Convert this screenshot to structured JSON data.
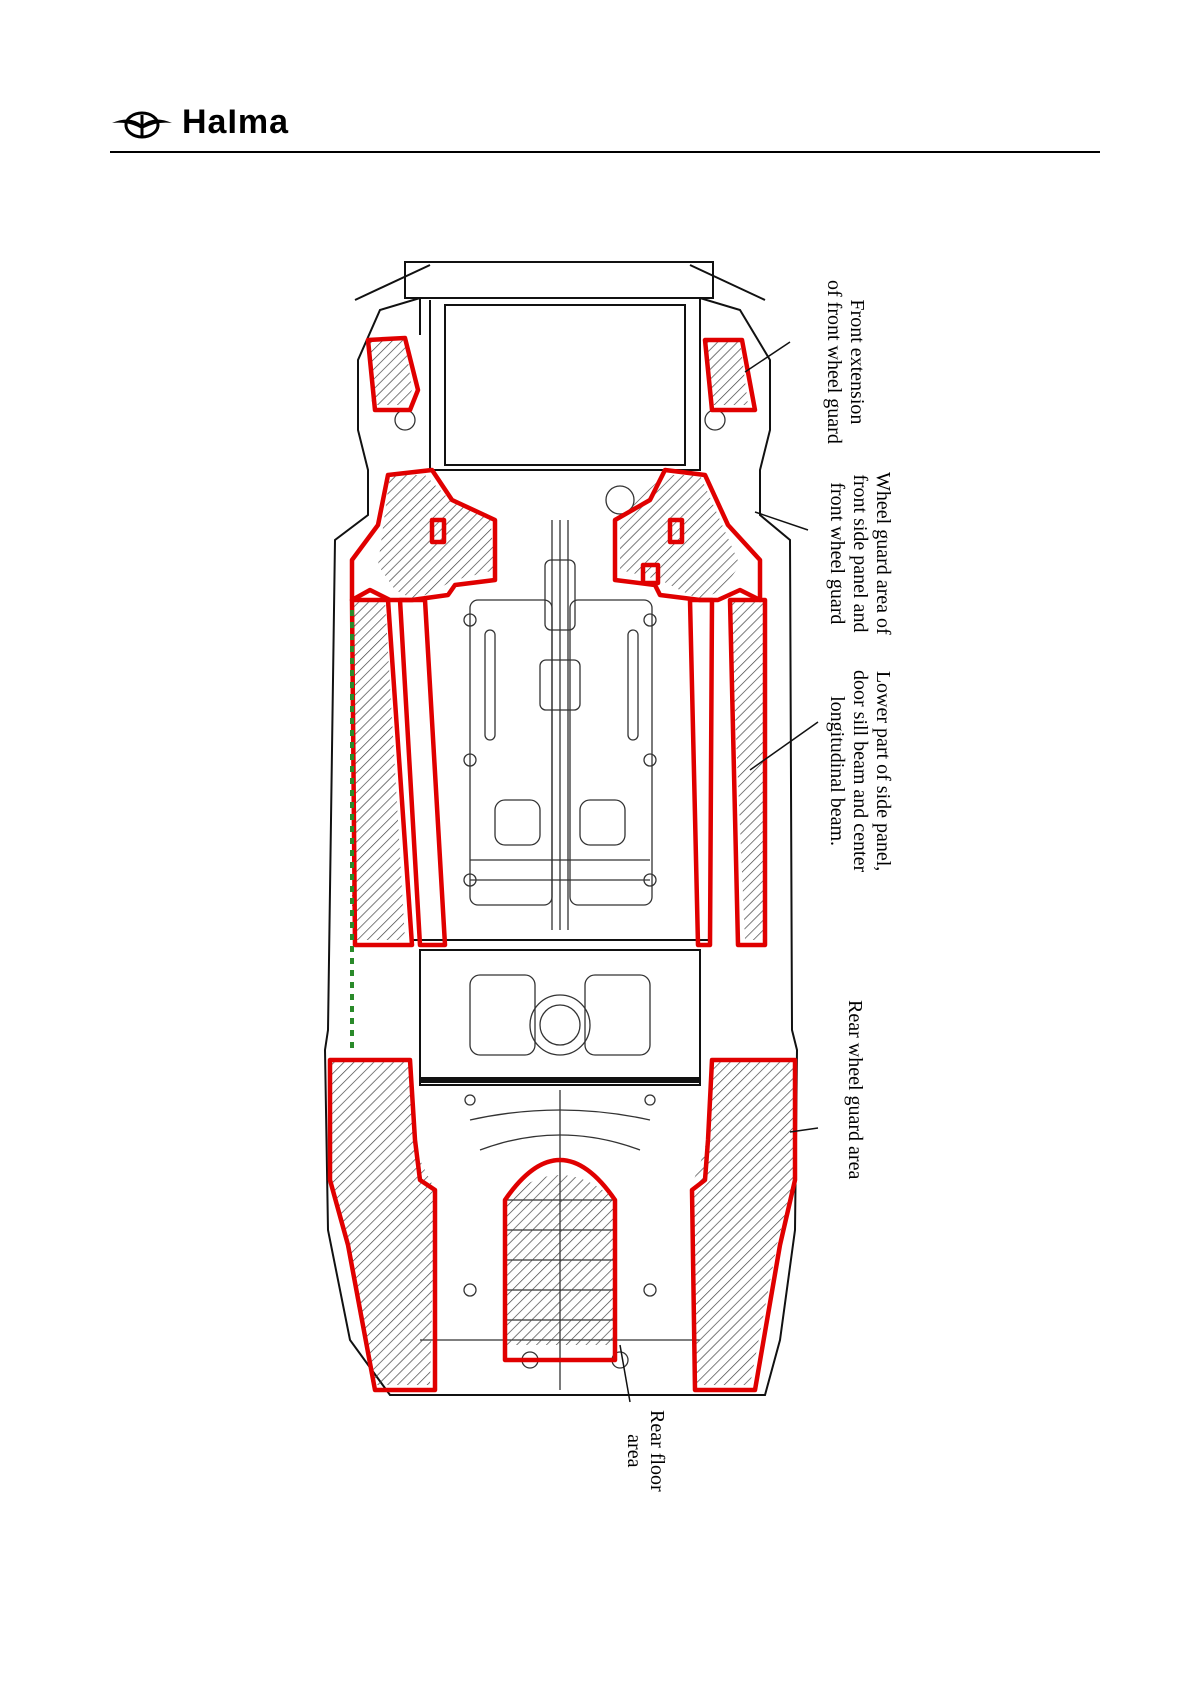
{
  "header": {
    "brand": "HaIma",
    "logo_icon": "haima-wing-logo-icon"
  },
  "callouts": {
    "front_extension": {
      "line1": "Front extension",
      "line2": "of front wheel guard"
    },
    "wheel_guard_front": {
      "line1": "Wheel guard area of",
      "line2": "front side panel and",
      "line3": "front wheel guard"
    },
    "lower_side_panel": {
      "line1": "Lower part of side panel,",
      "line2": "door sill beam and center",
      "line3": "longitudinal beam."
    },
    "rear_wheel_guard": {
      "line1": "Rear wheel guard area"
    },
    "rear_floor": {
      "line1": "Rear floor",
      "line2": "area"
    }
  },
  "colors": {
    "highlight": "#e00000",
    "linework": "#111111",
    "green_dash": "#2a8a2a"
  }
}
